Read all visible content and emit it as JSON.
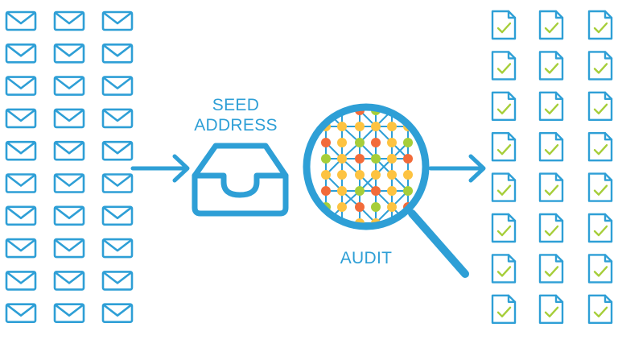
{
  "seed_label": {
    "line1": "SEED",
    "line2": "ADDRESS"
  },
  "audit_label": "AUDIT",
  "colors": {
    "primary": "#2e9fd6",
    "check": "#a6ce39",
    "dot_green": "#a6ce39",
    "dot_orange": "#f26b3a",
    "dot_yellow": "#fdc341"
  },
  "icons": {
    "envelopes": "envelope-icon",
    "inbox": "inbox-tray-icon",
    "magnifier": "magnifying-glass-icon",
    "documents": "document-check-icon"
  }
}
